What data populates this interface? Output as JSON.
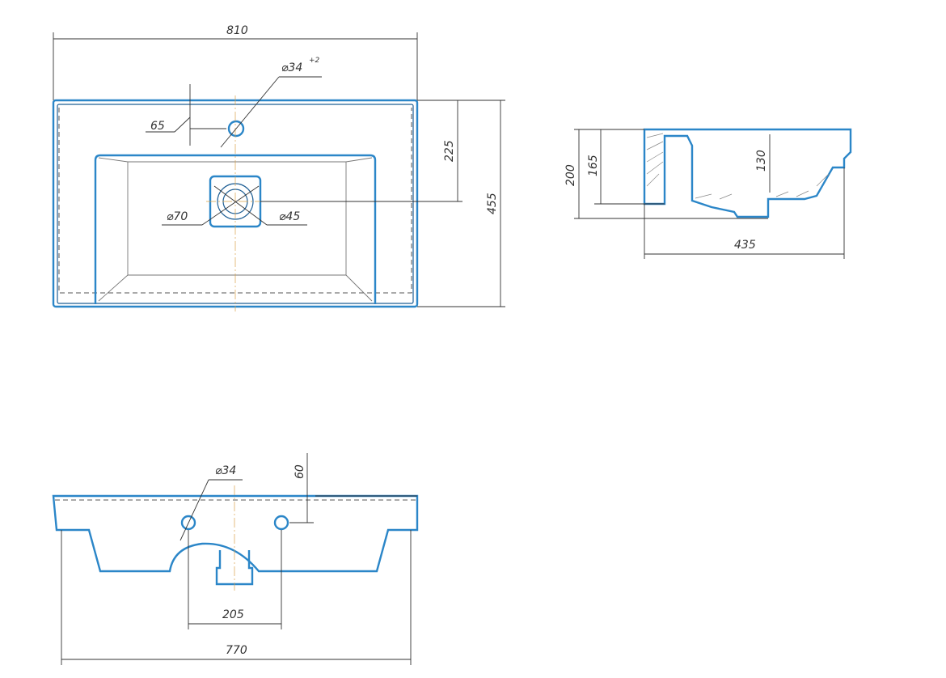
{
  "top_view": {
    "width": "810",
    "tap_hole": "⌀34",
    "tap_hole_tolerance": "+2",
    "tap_offset": "65",
    "drain_offset": "225",
    "depth": "455",
    "drain_outer": "⌀70",
    "drain_inner": "⌀45"
  },
  "side_view": {
    "total_height": "200",
    "rim_height": "165",
    "bowl_depth": "130",
    "depth": "435"
  },
  "front_view": {
    "hole_diameter": "⌀34",
    "hole_height": "60",
    "hole_spacing": "205",
    "bottom_width": "770"
  },
  "colors": {
    "outline": "#2b86c8",
    "dimension": "#333333",
    "centerline": "#d9a24a"
  }
}
